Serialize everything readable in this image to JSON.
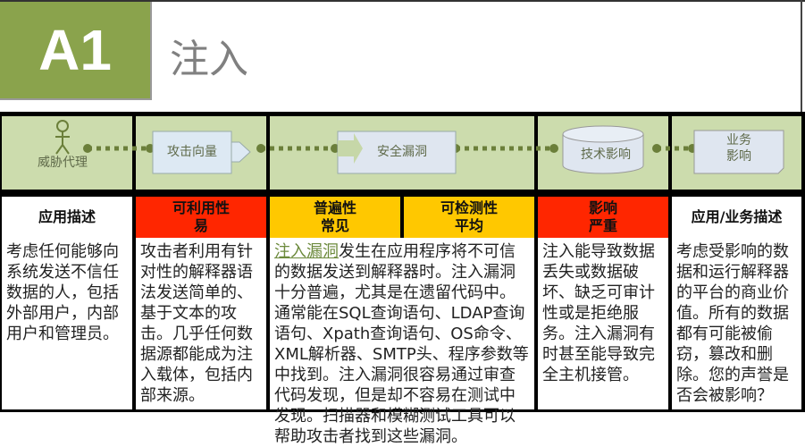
{
  "header": {
    "badge": "A1",
    "title": "注入"
  },
  "flow": {
    "threat_agent": "威胁代理",
    "attack_vector": "攻击向量",
    "weakness": "安全漏洞",
    "tech_impact": "技术影响",
    "biz_impact_1": "业务",
    "biz_impact_2": "影响"
  },
  "ratings": {
    "app_desc": "应用描述",
    "exploitability_1": "可利用性",
    "exploitability_2": "易",
    "prevalence_1": "普遍性",
    "prevalence_2": "常见",
    "detectability_1": "可检测性",
    "detectability_2": "平均",
    "impact_1": "影响",
    "impact_2": "严重",
    "biz_desc": "应用/业务描述"
  },
  "colors": {
    "green": "#8aa34c",
    "diagram_bg": "#ccdcad",
    "red": "#ff2600",
    "yellow": "#ffc800"
  },
  "details": {
    "threat_agents": "考虑任何能够向系统发送不信任数据的人，包括外部用户，内部用户和管理员。",
    "attack_vectors": "攻击者利用有针对性的解释器语法发送简单的、基于文本的攻击。几乎任何数据源都能成为注入载体，包括内部来源。",
    "weakness_link": "注入漏洞",
    "weakness": "发生在应用程序将不可信的数据发送到解释器时。注入漏洞十分普遍，尤其是在遗留代码中。通常能在SQL查询语句、LDAP查询语句、Xpath查询语句、OS命令、XML解析器、SMTP头、程序参数等中找到。注入漏洞很容易通过审查代码发现，但是却不容易在测试中发现。扫描器和模糊测试工具可以帮助攻击者找到这些漏洞。",
    "tech_impacts": "注入能导致数据丢失或数据破坏、缺乏可审计性或是拒绝服务。注入漏洞有时甚至能导致完全主机接管。",
    "biz_impacts": "考虑受影响的数据和运行解释器的平台的商业价值。所有的数据都有可能被偷窃，篡改和删除。您的声誉是否会被影响？"
  }
}
